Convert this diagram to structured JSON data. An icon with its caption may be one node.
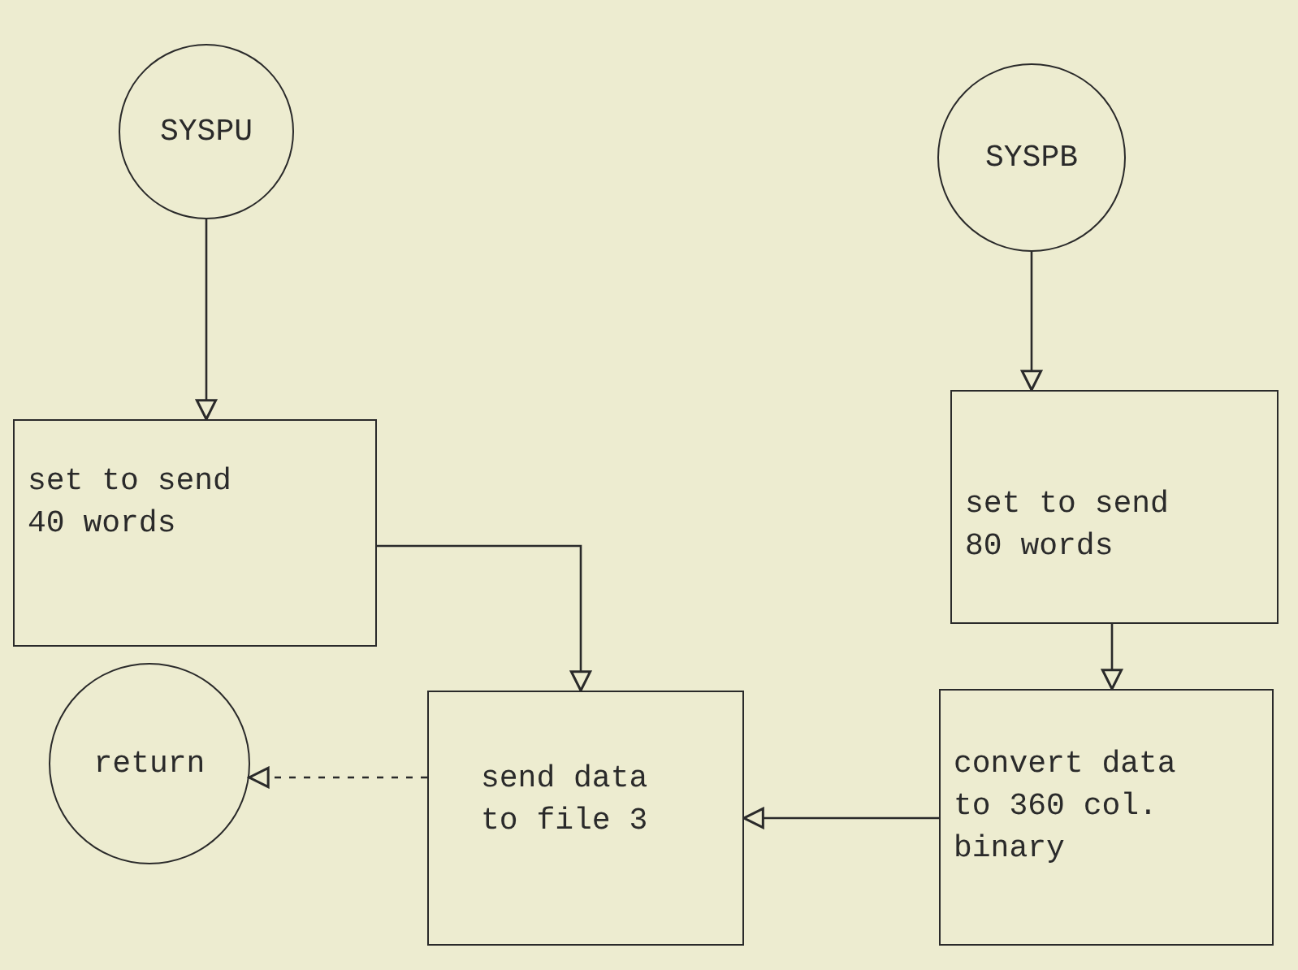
{
  "diagram": {
    "nodes": [
      {
        "text": [
          "SYSPU"
        ]
      },
      {
        "text": [
          "SYSPB"
        ]
      },
      {
        "text": [
          "set to send 40 words"
        ]
      },
      {
        "text": [
          "set to send 80 words"
        ]
      },
      {
        "text": [
          "return"
        ]
      },
      {
        "text": [
          "send data to file 3"
        ]
      },
      {
        "text": [
          "convert data to 360 col. binary"
        ]
      }
    ],
    "edges": [
      {
        "from": 0,
        "to": 2,
        "arrow": "to"
      },
      {
        "from": 1,
        "to": 3,
        "arrow": "to"
      },
      {
        "from": 2,
        "to": 5,
        "arrow": "to"
      },
      {
        "from": 3,
        "to": 6,
        "arrow": "to"
      },
      {
        "from": 6,
        "to": 5,
        "arrow": "to"
      },
      {
        "from": 5,
        "to": 4,
        "arrow": "to",
        "style": "dashed"
      }
    ]
  }
}
